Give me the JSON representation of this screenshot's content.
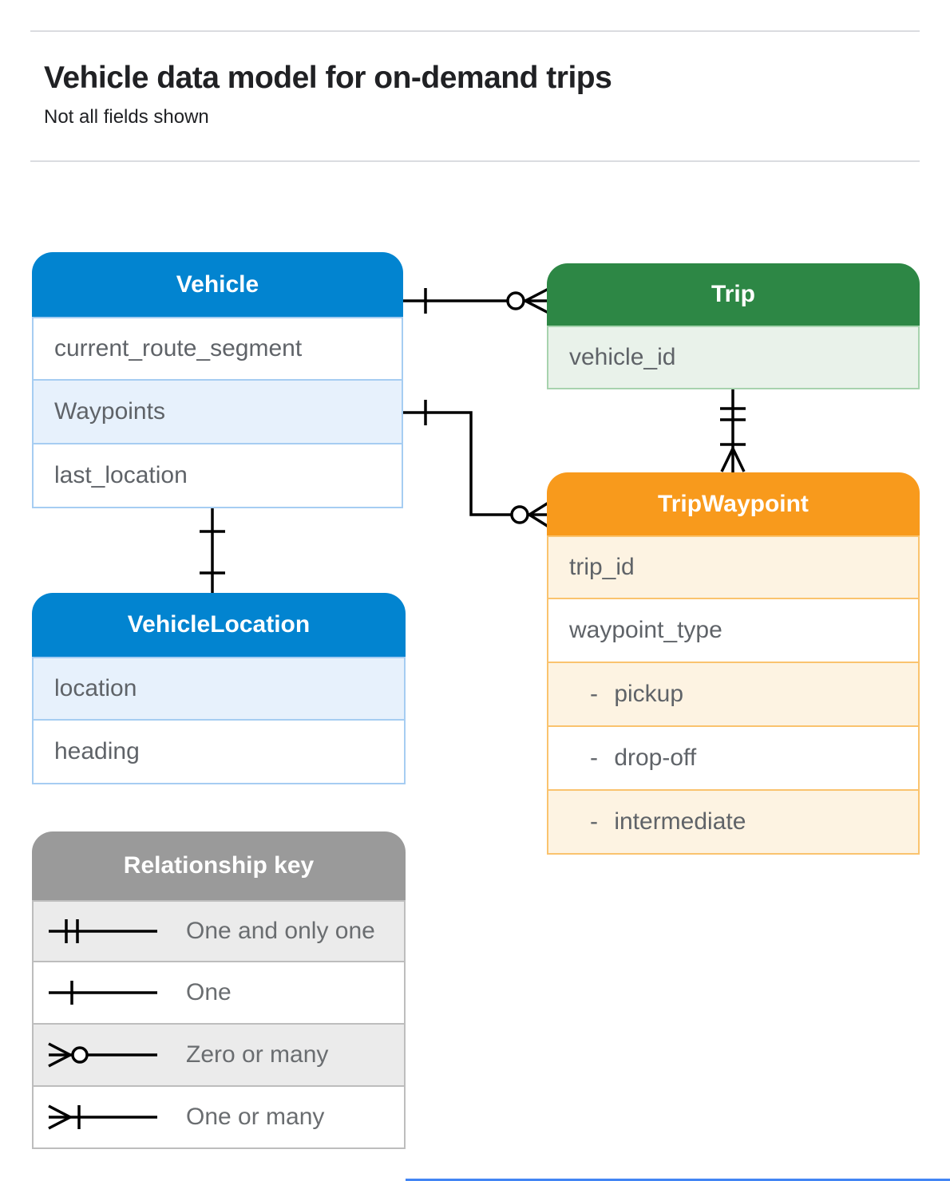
{
  "header": {
    "title": "Vehicle data model for on-demand trips",
    "subtitle": "Not all fields shown"
  },
  "entities": {
    "vehicle": {
      "title": "Vehicle",
      "fields": [
        "current_route_segment",
        "Waypoints",
        "last_location"
      ]
    },
    "trip": {
      "title": "Trip",
      "fields": [
        "vehicle_id"
      ]
    },
    "trip_waypoint": {
      "title": "TripWaypoint",
      "fields": [
        "trip_id",
        "waypoint_type",
        "- pickup",
        "- drop-off",
        "- intermediate"
      ]
    },
    "vehicle_location": {
      "title": "VehicleLocation",
      "fields": [
        "location",
        "heading"
      ]
    }
  },
  "legend": {
    "title": "Relationship key",
    "items": [
      {
        "symbol": "one-and-only-one",
        "label": "One and only one"
      },
      {
        "symbol": "one",
        "label": "One"
      },
      {
        "symbol": "zero-or-many",
        "label": "Zero or many"
      },
      {
        "symbol": "one-or-many",
        "label": "One or many"
      }
    ]
  },
  "relationships": [
    {
      "from": "Vehicle",
      "to": "Trip",
      "from_cardinality": "one",
      "to_cardinality": "zero-or-many"
    },
    {
      "from": "Vehicle.Waypoints",
      "to": "TripWaypoint",
      "from_cardinality": "one",
      "to_cardinality": "zero-or-many"
    },
    {
      "from": "Trip",
      "to": "TripWaypoint",
      "from_cardinality": "one-and-only-one",
      "to_cardinality": "one-or-many"
    },
    {
      "from": "Vehicle",
      "to": "VehicleLocation",
      "from_cardinality": "one",
      "to_cardinality": "one"
    }
  ],
  "colors": {
    "blue_header": "#0284d0",
    "blue_row_tint": "#e7f1fc",
    "green_header": "#2d8745",
    "green_row_tint": "#e9f2ea",
    "orange_header": "#f89a1c",
    "orange_row_tint": "#fdf3e2",
    "gray_header": "#9a9a9a",
    "gray_row_tint": "#ebebeb",
    "field_text": "#5f6368",
    "divider": "#dadce0",
    "connector": "#000000",
    "accent_strip": "#4285f4"
  }
}
